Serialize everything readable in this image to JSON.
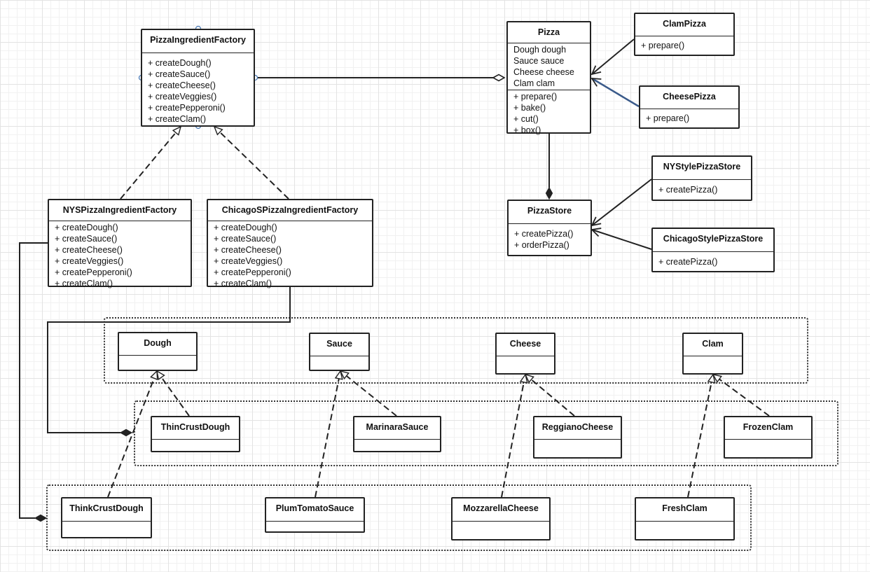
{
  "classes": {
    "pizza_ingredient_factory": {
      "name": "PizzaIngredientFactory",
      "methods": [
        "+ createDough()",
        "+ createSauce()",
        "+ createCheese()",
        "+ createVeggies()",
        "+ createPepperoni()",
        "+ createClam()"
      ]
    },
    "pizza": {
      "name": "Pizza",
      "attributes": [
        "Dough dough",
        "Sauce sauce",
        "Cheese cheese",
        "Clam clam"
      ],
      "methods": [
        "+ prepare()",
        "+ bake()",
        "+ cut()",
        "+ box()"
      ]
    },
    "clam_pizza": {
      "name": "ClamPizza",
      "methods": [
        "+ prepare()"
      ]
    },
    "cheese_pizza": {
      "name": "CheesePizza",
      "methods": [
        "+ prepare()"
      ]
    },
    "ny_pizza_store": {
      "name": "NYStylePizzaStore",
      "methods": [
        "+ createPizza()"
      ]
    },
    "pizza_store": {
      "name": "PizzaStore",
      "methods": [
        "+ createPizza()",
        "+ orderPizza()"
      ]
    },
    "chicago_pizza_store": {
      "name": "ChicagoStylePizzaStore",
      "methods": [
        "+ createPizza()"
      ]
    },
    "nys_factory": {
      "name": "NYSPizzaIngredientFactory",
      "methods": [
        "+ createDough()",
        "+ createSauce()",
        "+ createCheese()",
        "+ createVeggies()",
        "+ createPepperoni()",
        "+ createClam()"
      ]
    },
    "chicago_factory": {
      "name": "ChicagoSPizzaIngredientFactory",
      "methods": [
        "+ createDough()",
        "+ createSauce()",
        "+ createCheese()",
        "+ createVeggies()",
        "+ createPepperoni()",
        "+ createClam()"
      ]
    },
    "dough": {
      "name": "Dough"
    },
    "sauce": {
      "name": "Sauce"
    },
    "cheese": {
      "name": "Cheese"
    },
    "clam": {
      "name": "Clam"
    },
    "thin_crust_dough": {
      "name": "ThinCrustDough"
    },
    "marinara_sauce": {
      "name": "MarinaraSauce"
    },
    "reggiano_cheese": {
      "name": "ReggianoCheese"
    },
    "frozen_clam": {
      "name": "FrozenClam"
    },
    "think_crust_dough": {
      "name": "ThinkCrustDough"
    },
    "plum_tomato_sauce": {
      "name": "PlumTomatoSauce"
    },
    "mozzarella_cheese": {
      "name": "MozzarellaCheese"
    },
    "fresh_clam": {
      "name": "FreshClam"
    }
  },
  "colors": {
    "stroke": "#222222",
    "selected_edge": "#3a5a8a",
    "grid": "#e3e3e3",
    "anchor": "#4a7ab5"
  }
}
